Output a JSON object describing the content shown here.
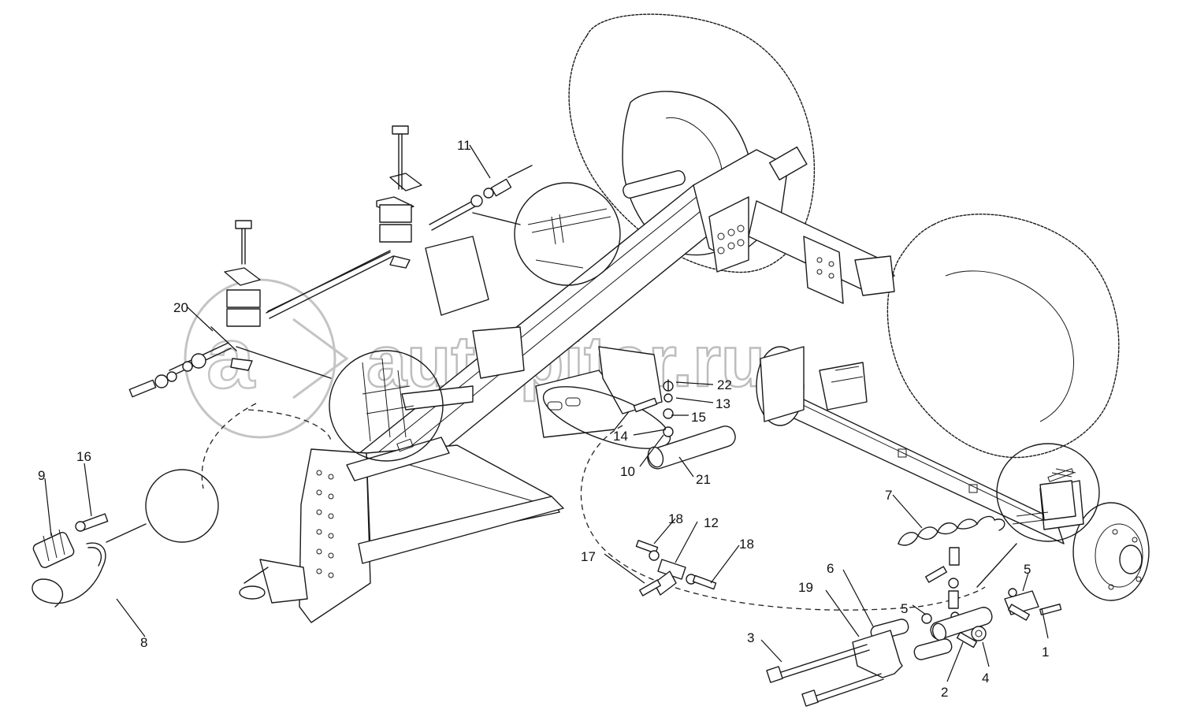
{
  "watermark": {
    "text": "autopiter.ru"
  },
  "callouts": [
    {
      "id": "c1",
      "label": "1"
    },
    {
      "id": "c2",
      "label": "2"
    },
    {
      "id": "c3",
      "label": "3"
    },
    {
      "id": "c4",
      "label": "4"
    },
    {
      "id": "c5a",
      "label": "5"
    },
    {
      "id": "c5b",
      "label": "5"
    },
    {
      "id": "c6",
      "label": "6"
    },
    {
      "id": "c7",
      "label": "7"
    },
    {
      "id": "c8",
      "label": "8"
    },
    {
      "id": "c9",
      "label": "9"
    },
    {
      "id": "c10",
      "label": "10"
    },
    {
      "id": "c11",
      "label": "11"
    },
    {
      "id": "c12",
      "label": "12"
    },
    {
      "id": "c13",
      "label": "13"
    },
    {
      "id": "c14",
      "label": "14"
    },
    {
      "id": "c15",
      "label": "15"
    },
    {
      "id": "c16",
      "label": "16"
    },
    {
      "id": "c17",
      "label": "17"
    },
    {
      "id": "c18a",
      "label": "18"
    },
    {
      "id": "c18b",
      "label": "18"
    },
    {
      "id": "c19",
      "label": "19"
    },
    {
      "id": "c20",
      "label": "20"
    },
    {
      "id": "c21",
      "label": "21"
    },
    {
      "id": "c22",
      "label": "22"
    }
  ]
}
